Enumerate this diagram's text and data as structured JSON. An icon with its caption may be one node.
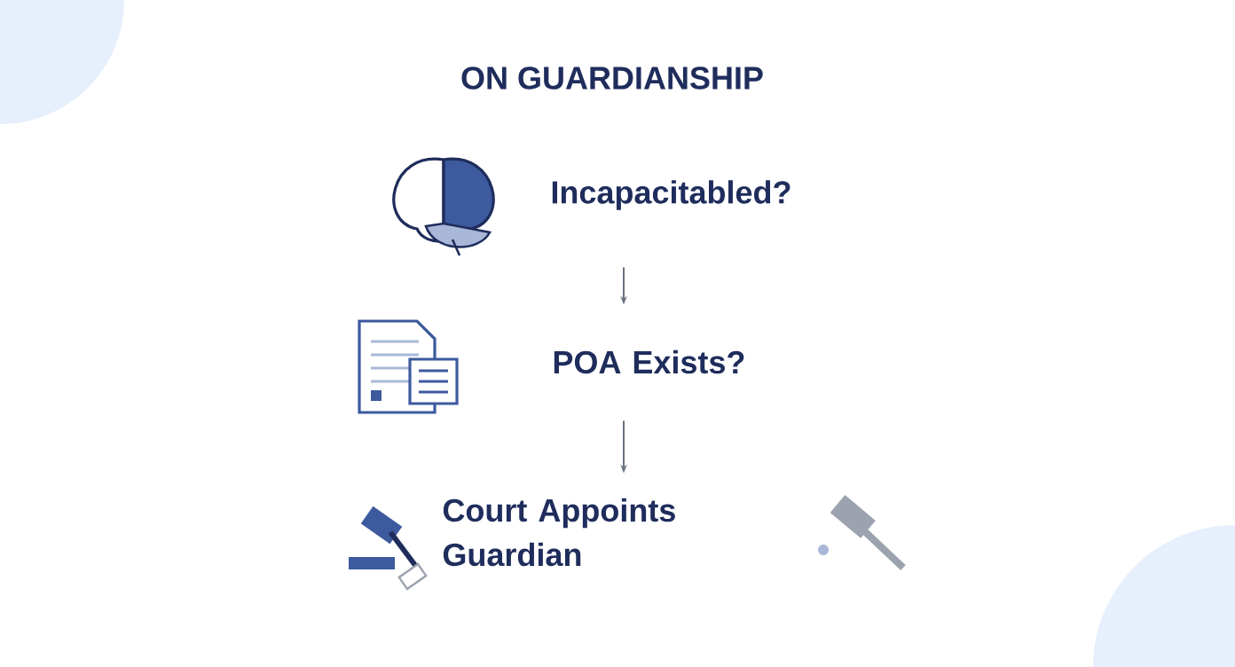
{
  "diagram": {
    "title": "ON GUARDIANSHIP",
    "nodes": [
      {
        "text": [
          "Incapacitabled?"
        ]
      },
      {
        "text": [
          "POA Exists?"
        ]
      },
      {
        "text": [
          "Court Appoints Guardian"
        ]
      }
    ],
    "edges": [
      {
        "from": 0,
        "to": 1,
        "arrow": "to"
      },
      {
        "from": 1,
        "to": 2,
        "arrow": "to"
      }
    ]
  }
}
